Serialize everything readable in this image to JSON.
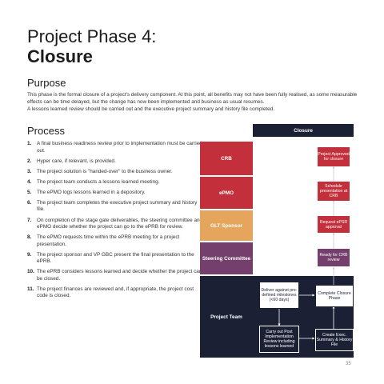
{
  "title": {
    "line1": "Project Phase 4:",
    "line2": "Closure"
  },
  "purpose": {
    "heading": "Purpose",
    "para1": "This phase is the formal closure of a project's delivery component. At this point, all benefits may not have been fully realised, as some measurable effects can be time delayed, but the change has now been implemented and business as usual resumes.",
    "para2": "A lessons learned review should be carried out and the executive project summary and history file completed."
  },
  "process": {
    "heading": "Process",
    "steps": [
      {
        "num": "1.",
        "text": "A final business readiness review prior to implementation must be carried out."
      },
      {
        "num": "2.",
        "text": "Hyper care, if relevant, is provided."
      },
      {
        "num": "3.",
        "text": "The project solution is \"handed-over\" to the business owner."
      },
      {
        "num": "4.",
        "text": "The project team conducts a lessons learned meeting."
      },
      {
        "num": "5.",
        "text": "The ePMO logs lessons learned in a depository."
      },
      {
        "num": "6.",
        "text": "The project team completes the executive project summary and history file."
      },
      {
        "num": "7.",
        "text": "On completion of the stage gate deliverables, the steering committee and ePMO decide whether the project can go to the ePRB for review."
      },
      {
        "num": "8.",
        "text": "The ePMO requests time within the ePRB meeting for a project presentation."
      },
      {
        "num": "9.",
        "text": "The project sponsor and VP GBC present the final presentation to the ePRB."
      },
      {
        "num": "10.",
        "text": "The ePRB considers lessons learned and decide whether the project can be closed."
      },
      {
        "num": "11.",
        "text": "The project finances are reviewed and, if appropriate, the project cost code is closed."
      }
    ]
  },
  "diagram": {
    "column_header": "Closure",
    "lanes": [
      {
        "label": "CRB",
        "color": "#c32f3a"
      },
      {
        "label": "ePMO",
        "color": "#c32f3a"
      },
      {
        "label": "GLT Sponsor",
        "color": "#e5a55c"
      },
      {
        "label": "Steering Committee",
        "color": "#743f6c"
      },
      {
        "label": "Project Team",
        "color": "#1b2035"
      }
    ],
    "boxes": {
      "crb_approved": "Project Approved for closure",
      "schedule_presentation": "Schedule presentation at CRB",
      "request_epsr": "Request ePSR approval",
      "ready_for_crb": "Ready for CRB review",
      "deliver_milestones": "Deliver against pre-defined milestones (<60 days)",
      "complete_closure": "Complete Closure Phase",
      "post_implementation": "Carry out Post Implementation Review including lessons learned",
      "create_exec_summary": "Create Exec. Summary & History File"
    }
  },
  "page_number": "35",
  "colors": {
    "red": "#c32f3a",
    "orange": "#e5a55c",
    "purple": "#743f6c",
    "navy": "#1b2035"
  }
}
